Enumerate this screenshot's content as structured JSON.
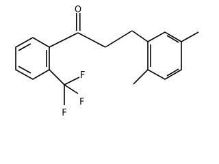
{
  "molecule": {
    "atoms": [
      {
        "id": "O1",
        "label": "O"
      },
      {
        "id": "F1",
        "label": "F"
      },
      {
        "id": "F2",
        "label": "F"
      },
      {
        "id": "F3",
        "label": "F"
      }
    ]
  },
  "colors": {
    "bond": "#000000",
    "label": "#000000",
    "background": "#ffffff"
  }
}
